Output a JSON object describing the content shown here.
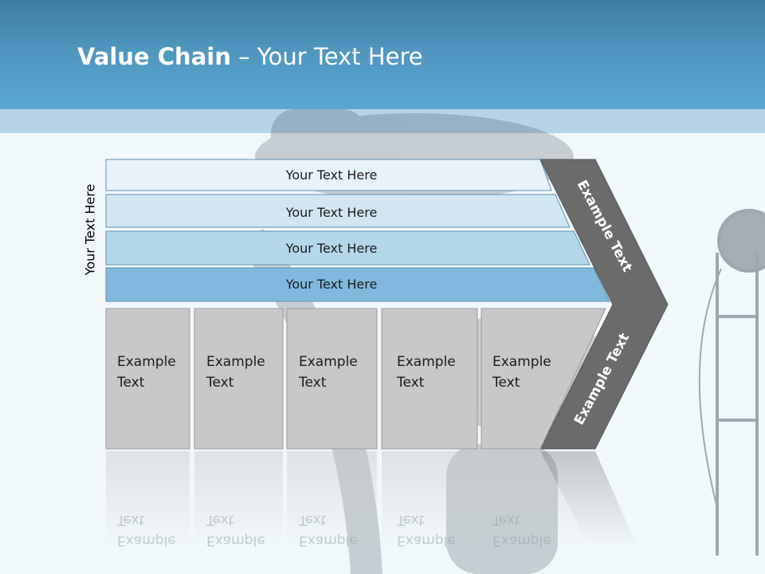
{
  "slide": {
    "title_bold": "Value Chain",
    "title_rest": " – Your Text Here"
  },
  "vertical_label": "Your Text Here",
  "bars": [
    {
      "label": "Your Text Here",
      "color": "#e8f2f9"
    },
    {
      "label": "Your Text Here",
      "color": "#d2e6f2"
    },
    {
      "label": "Your Text Here",
      "color": "#b4d7ea"
    },
    {
      "label": "Your Text Here",
      "color": "#7fbadc"
    }
  ],
  "columns": [
    {
      "line1": "Example",
      "line2": "Text"
    },
    {
      "line1": "Example",
      "line2": "Text"
    },
    {
      "line1": "Example",
      "line2": "Text"
    },
    {
      "line1": "Example",
      "line2": "Text"
    },
    {
      "line1": "Example",
      "line2": "Text"
    }
  ],
  "arrow": {
    "upper_label": "Example Text",
    "lower_label": "Example Text"
  },
  "colors": {
    "header": "#4f95bd",
    "column_fill": "#c8c8c8",
    "arrow_fill": "#6b6b6b"
  }
}
